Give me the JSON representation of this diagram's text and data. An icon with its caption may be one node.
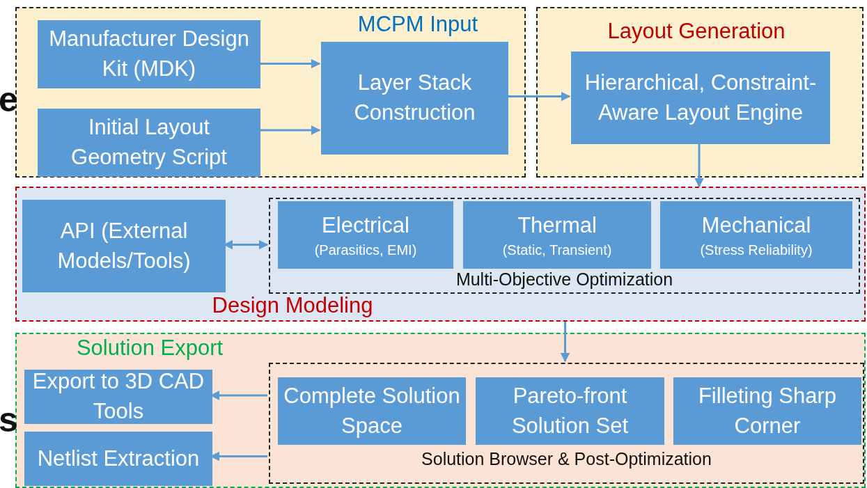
{
  "diagram": {
    "nodes": [
      {
        "text": [
          "MCPM Input"
        ]
      },
      {
        "text": [
          "Manufacturer Design Kit (MDK)"
        ],
        "in": 0
      },
      {
        "text": [
          "Initial Layout Geometry Script"
        ],
        "in": 0
      },
      {
        "text": [
          "Layer Stack Construction"
        ],
        "in": 0
      },
      {
        "text": [
          "Layout Generation"
        ]
      },
      {
        "text": [
          "Hierarchical, Constraint-Aware Layout Engine"
        ],
        "in": 4
      },
      {
        "text": [
          "Design Modeling"
        ]
      },
      {
        "text": [
          "API (External Models/Tools)"
        ],
        "in": 6
      },
      {
        "text": [
          "Multi-Objective Optimization"
        ],
        "in": 6
      },
      {
        "text": [
          "Electrical",
          "(Parasitics, EMI)"
        ],
        "in": 8
      },
      {
        "text": [
          "Thermal",
          "(Static, Transient)"
        ],
        "in": 8
      },
      {
        "text": [
          "Mechanical",
          "(Stress Reliability)"
        ],
        "in": 8
      },
      {
        "text": [
          "Solution Export"
        ]
      },
      {
        "text": [
          "Export to 3D CAD Tools"
        ],
        "in": 12
      },
      {
        "text": [
          "Netlist Extraction"
        ],
        "in": 12
      },
      {
        "text": [
          "Solution Browser & Post-Optimization"
        ],
        "in": 12
      },
      {
        "text": [
          "Complete Solution Space"
        ],
        "in": 15
      },
      {
        "text": [
          "Pareto-front Solution Set"
        ],
        "in": 15
      },
      {
        "text": [
          "Filleting Sharp Corner"
        ],
        "in": 15
      }
    ],
    "edges": [
      {
        "from": 1,
        "to": 3,
        "arrow": "to"
      },
      {
        "from": 2,
        "to": 3,
        "arrow": "to"
      },
      {
        "from": 3,
        "to": 5,
        "arrow": "to"
      },
      {
        "from": 5,
        "to": 6,
        "arrow": "to"
      },
      {
        "from": 7,
        "to": 8,
        "arrow": "both"
      },
      {
        "from": 6,
        "to": 15,
        "arrow": "to"
      },
      {
        "from": 15,
        "to": 13,
        "arrow": "to"
      },
      {
        "from": 15,
        "to": 14,
        "arrow": "to"
      }
    ],
    "labels": [
      "e",
      "s"
    ]
  }
}
